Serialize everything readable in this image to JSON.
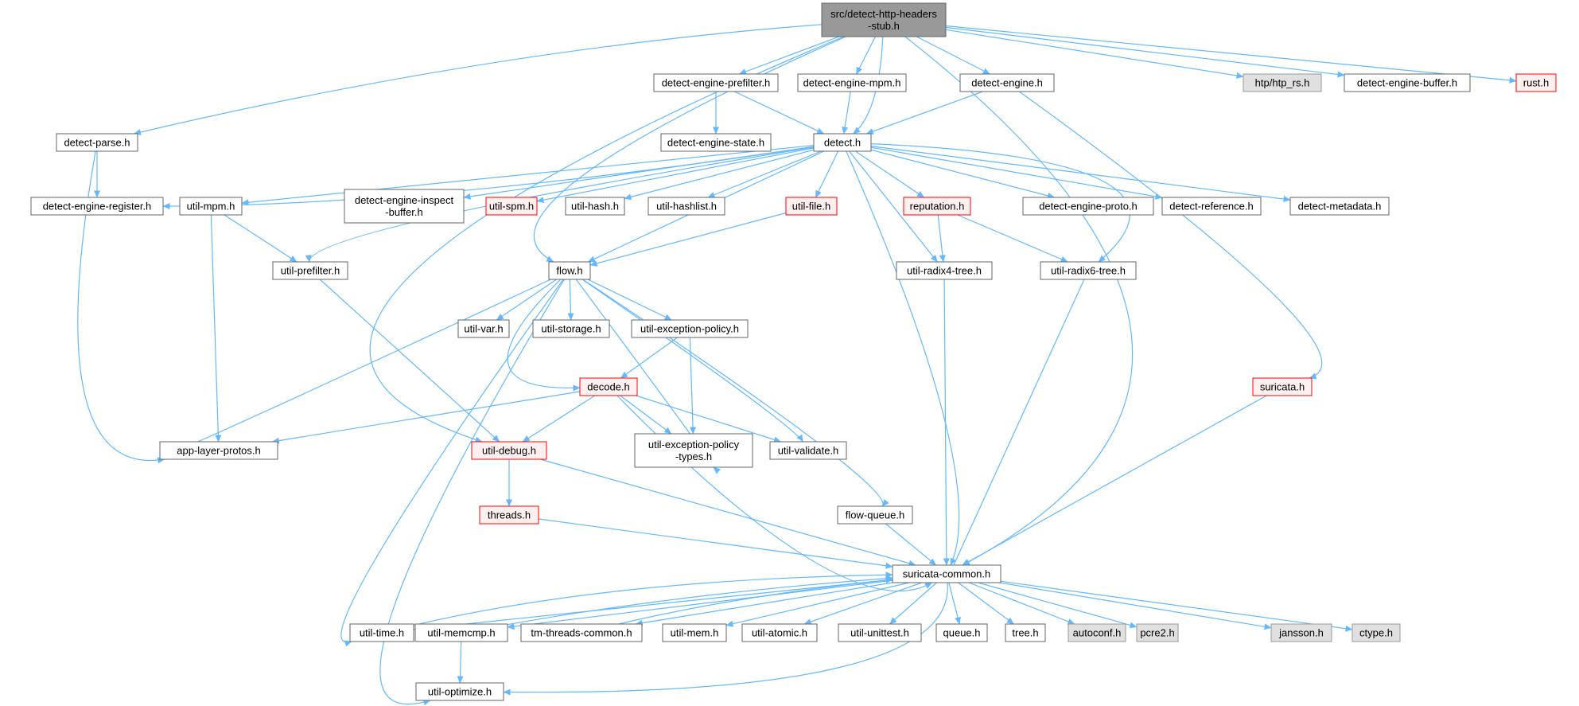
{
  "diagram": {
    "type": "include-dependency-graph",
    "colors": {
      "edge": "#63b8ff",
      "root_fill": "#999999",
      "normal_fill": "#ffffff",
      "normal_border": "#666666",
      "missing_fill": "#e0e0e0",
      "missing_border": "#999999",
      "truncated_fill": "#fff0f0",
      "truncated_border": "#ff0000"
    },
    "nodes": [
      {
        "id": "root",
        "lines": [
          "src/detect-http-headers",
          "-stub.h"
        ],
        "style": "root"
      },
      {
        "id": "prefilter",
        "lines": [
          "detect-engine-prefilter.h"
        ],
        "style": "normal"
      },
      {
        "id": "mpm",
        "lines": [
          "detect-engine-mpm.h"
        ],
        "style": "normal"
      },
      {
        "id": "engine",
        "lines": [
          "detect-engine.h"
        ],
        "style": "normal"
      },
      {
        "id": "htp",
        "lines": [
          "htp/htp_rs.h"
        ],
        "style": "missing"
      },
      {
        "id": "buffer",
        "lines": [
          "detect-engine-buffer.h"
        ],
        "style": "normal"
      },
      {
        "id": "rust",
        "lines": [
          "rust.h"
        ],
        "style": "truncated"
      },
      {
        "id": "parse",
        "lines": [
          "detect-parse.h"
        ],
        "style": "normal"
      },
      {
        "id": "state",
        "lines": [
          "detect-engine-state.h"
        ],
        "style": "normal"
      },
      {
        "id": "detect",
        "lines": [
          "detect.h"
        ],
        "style": "normal"
      },
      {
        "id": "register",
        "lines": [
          "detect-engine-register.h"
        ],
        "style": "normal"
      },
      {
        "id": "utilmpm",
        "lines": [
          "util-mpm.h"
        ],
        "style": "normal"
      },
      {
        "id": "inspect",
        "lines": [
          "detect-engine-inspect",
          "-buffer.h"
        ],
        "style": "normal"
      },
      {
        "id": "spm",
        "lines": [
          "util-spm.h"
        ],
        "style": "truncated"
      },
      {
        "id": "hash",
        "lines": [
          "util-hash.h"
        ],
        "style": "normal"
      },
      {
        "id": "hashlist",
        "lines": [
          "util-hashlist.h"
        ],
        "style": "normal"
      },
      {
        "id": "file",
        "lines": [
          "util-file.h"
        ],
        "style": "truncated"
      },
      {
        "id": "reputation",
        "lines": [
          "reputation.h"
        ],
        "style": "truncated"
      },
      {
        "id": "proto",
        "lines": [
          "detect-engine-proto.h"
        ],
        "style": "normal"
      },
      {
        "id": "reference",
        "lines": [
          "detect-reference.h"
        ],
        "style": "normal"
      },
      {
        "id": "metadata",
        "lines": [
          "detect-metadata.h"
        ],
        "style": "normal"
      },
      {
        "id": "utilprefilter",
        "lines": [
          "util-prefilter.h"
        ],
        "style": "normal"
      },
      {
        "id": "flow",
        "lines": [
          "flow.h"
        ],
        "style": "normal"
      },
      {
        "id": "radix4",
        "lines": [
          "util-radix4-tree.h"
        ],
        "style": "normal"
      },
      {
        "id": "radix6",
        "lines": [
          "util-radix6-tree.h"
        ],
        "style": "normal"
      },
      {
        "id": "var",
        "lines": [
          "util-var.h"
        ],
        "style": "normal"
      },
      {
        "id": "storage",
        "lines": [
          "util-storage.h"
        ],
        "style": "normal"
      },
      {
        "id": "excpolicy",
        "lines": [
          "util-exception-policy.h"
        ],
        "style": "normal"
      },
      {
        "id": "decode",
        "lines": [
          "decode.h"
        ],
        "style": "truncated"
      },
      {
        "id": "suricata",
        "lines": [
          "suricata.h"
        ],
        "style": "truncated"
      },
      {
        "id": "alproto",
        "lines": [
          "app-layer-protos.h"
        ],
        "style": "normal"
      },
      {
        "id": "debug",
        "lines": [
          "util-debug.h"
        ],
        "style": "truncated"
      },
      {
        "id": "exctypes",
        "lines": [
          "util-exception-policy",
          "-types.h"
        ],
        "style": "normal"
      },
      {
        "id": "validate",
        "lines": [
          "util-validate.h"
        ],
        "style": "normal"
      },
      {
        "id": "threads",
        "lines": [
          "threads.h"
        ],
        "style": "truncated"
      },
      {
        "id": "flowqueue",
        "lines": [
          "flow-queue.h"
        ],
        "style": "normal"
      },
      {
        "id": "common",
        "lines": [
          "suricata-common.h"
        ],
        "style": "normal"
      },
      {
        "id": "time",
        "lines": [
          "util-time.h"
        ],
        "style": "normal"
      },
      {
        "id": "memcmp",
        "lines": [
          "util-memcmp.h"
        ],
        "style": "normal"
      },
      {
        "id": "tmthreads",
        "lines": [
          "tm-threads-common.h"
        ],
        "style": "normal"
      },
      {
        "id": "mem",
        "lines": [
          "util-mem.h"
        ],
        "style": "normal"
      },
      {
        "id": "atomic",
        "lines": [
          "util-atomic.h"
        ],
        "style": "normal"
      },
      {
        "id": "unittest",
        "lines": [
          "util-unittest.h"
        ],
        "style": "normal"
      },
      {
        "id": "queue",
        "lines": [
          "queue.h"
        ],
        "style": "normal"
      },
      {
        "id": "tree",
        "lines": [
          "tree.h"
        ],
        "style": "normal"
      },
      {
        "id": "autoconf",
        "lines": [
          "autoconf.h"
        ],
        "style": "missing"
      },
      {
        "id": "pcre2",
        "lines": [
          "pcre2.h"
        ],
        "style": "missing"
      },
      {
        "id": "jansson",
        "lines": [
          "jansson.h"
        ],
        "style": "missing"
      },
      {
        "id": "ctype",
        "lines": [
          "ctype.h"
        ],
        "style": "missing"
      },
      {
        "id": "optimize",
        "lines": [
          "util-optimize.h"
        ],
        "style": "normal"
      }
    ],
    "edges": [
      [
        "root",
        "prefilter"
      ],
      [
        "root",
        "mpm"
      ],
      [
        "root",
        "engine"
      ],
      [
        "root",
        "htp"
      ],
      [
        "root",
        "buffer"
      ],
      [
        "root",
        "rust"
      ],
      [
        "root",
        "parse"
      ],
      [
        "root",
        "detect"
      ],
      [
        "root",
        "flow"
      ],
      [
        "root",
        "debug"
      ],
      [
        "root",
        "common"
      ],
      [
        "prefilter",
        "state"
      ],
      [
        "prefilter",
        "detect"
      ],
      [
        "mpm",
        "detect"
      ],
      [
        "engine",
        "detect"
      ],
      [
        "engine",
        "suricata"
      ],
      [
        "parse",
        "register"
      ],
      [
        "parse",
        "alproto"
      ],
      [
        "detect",
        "register"
      ],
      [
        "detect",
        "utilmpm"
      ],
      [
        "detect",
        "inspect"
      ],
      [
        "detect",
        "spm"
      ],
      [
        "detect",
        "hash"
      ],
      [
        "detect",
        "hashlist"
      ],
      [
        "detect",
        "file"
      ],
      [
        "detect",
        "reputation"
      ],
      [
        "detect",
        "proto"
      ],
      [
        "detect",
        "reference"
      ],
      [
        "detect",
        "metadata"
      ],
      [
        "detect",
        "utilprefilter"
      ],
      [
        "detect",
        "flow"
      ],
      [
        "detect",
        "radix4"
      ],
      [
        "detect",
        "radix6"
      ],
      [
        "detect",
        "common"
      ],
      [
        "utilmpm",
        "utilprefilter"
      ],
      [
        "utilmpm",
        "alproto"
      ],
      [
        "file",
        "flow"
      ],
      [
        "reputation",
        "radix4"
      ],
      [
        "reputation",
        "radix6"
      ],
      [
        "utilprefilter",
        "debug"
      ],
      [
        "flow",
        "var"
      ],
      [
        "flow",
        "storage"
      ],
      [
        "flow",
        "excpolicy"
      ],
      [
        "flow",
        "decode"
      ],
      [
        "flow",
        "alproto"
      ],
      [
        "flow",
        "exctypes"
      ],
      [
        "flow",
        "validate"
      ],
      [
        "flow",
        "flowqueue"
      ],
      [
        "flow",
        "time"
      ],
      [
        "flow",
        "optimize"
      ],
      [
        "radix4",
        "common"
      ],
      [
        "radix6",
        "common"
      ],
      [
        "excpolicy",
        "decode"
      ],
      [
        "excpolicy",
        "exctypes"
      ],
      [
        "decode",
        "alproto"
      ],
      [
        "decode",
        "debug"
      ],
      [
        "decode",
        "exctypes"
      ],
      [
        "decode",
        "validate"
      ],
      [
        "decode",
        "common"
      ],
      [
        "suricata",
        "common"
      ],
      [
        "debug",
        "threads"
      ],
      [
        "debug",
        "common"
      ],
      [
        "threads",
        "common"
      ],
      [
        "flowqueue",
        "common"
      ],
      [
        "common",
        "time"
      ],
      [
        "common",
        "memcmp"
      ],
      [
        "common",
        "tmthreads"
      ],
      [
        "common",
        "mem"
      ],
      [
        "common",
        "atomic"
      ],
      [
        "common",
        "unittest"
      ],
      [
        "common",
        "queue"
      ],
      [
        "common",
        "tree"
      ],
      [
        "common",
        "autoconf"
      ],
      [
        "common",
        "pcre2"
      ],
      [
        "common",
        "jansson"
      ],
      [
        "common",
        "ctype"
      ],
      [
        "common",
        "optimize"
      ],
      [
        "memcmp",
        "common"
      ],
      [
        "memcmp",
        "optimize"
      ],
      [
        "time",
        "common"
      ],
      [
        "tmthreads",
        "common"
      ]
    ]
  }
}
